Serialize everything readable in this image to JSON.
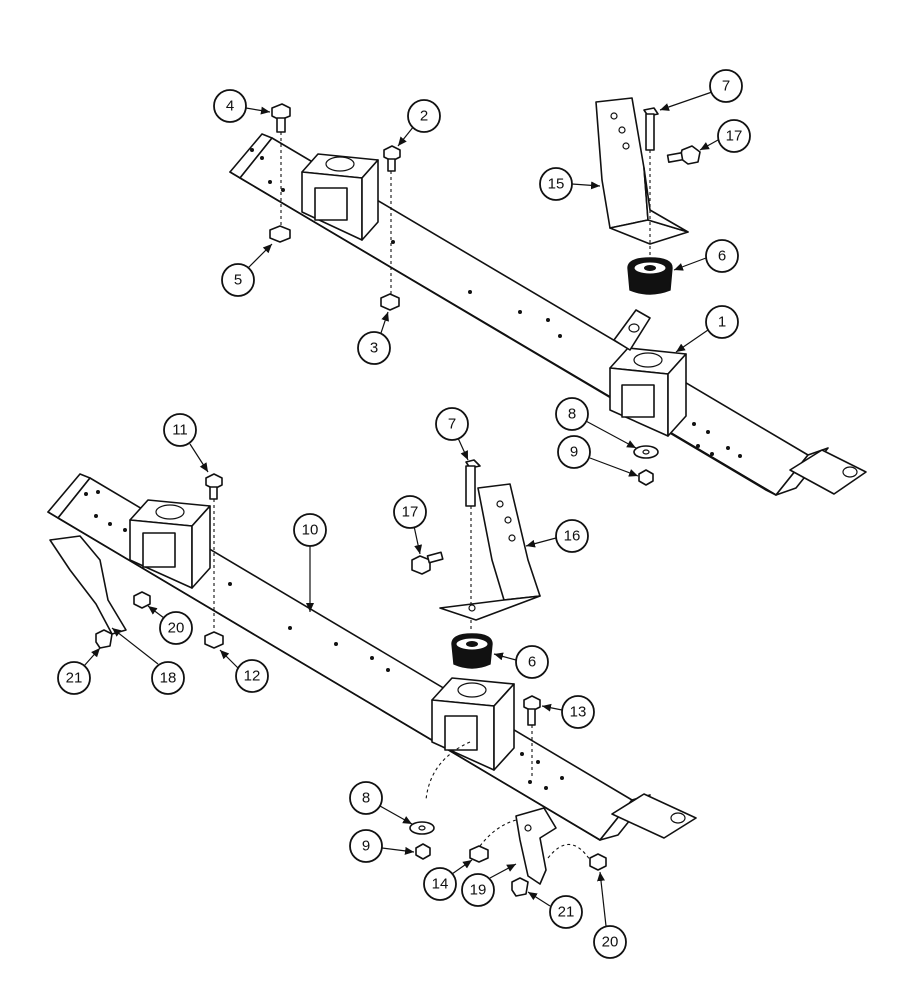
{
  "callouts": [
    {
      "label": "1"
    },
    {
      "label": "2"
    },
    {
      "label": "3"
    },
    {
      "label": "4"
    },
    {
      "label": "5"
    },
    {
      "label": "6"
    },
    {
      "label": "7"
    },
    {
      "label": "8"
    },
    {
      "label": "9"
    },
    {
      "label": "15"
    },
    {
      "label": "17"
    },
    {
      "label": "6"
    },
    {
      "label": "7"
    },
    {
      "label": "8"
    },
    {
      "label": "9"
    },
    {
      "label": "10"
    },
    {
      "label": "11"
    },
    {
      "label": "12"
    },
    {
      "label": "13"
    },
    {
      "label": "14"
    },
    {
      "label": "16"
    },
    {
      "label": "17"
    },
    {
      "label": "18"
    },
    {
      "label": "19"
    },
    {
      "label": "20"
    },
    {
      "label": "20"
    },
    {
      "label": "21"
    },
    {
      "label": "21"
    }
  ]
}
